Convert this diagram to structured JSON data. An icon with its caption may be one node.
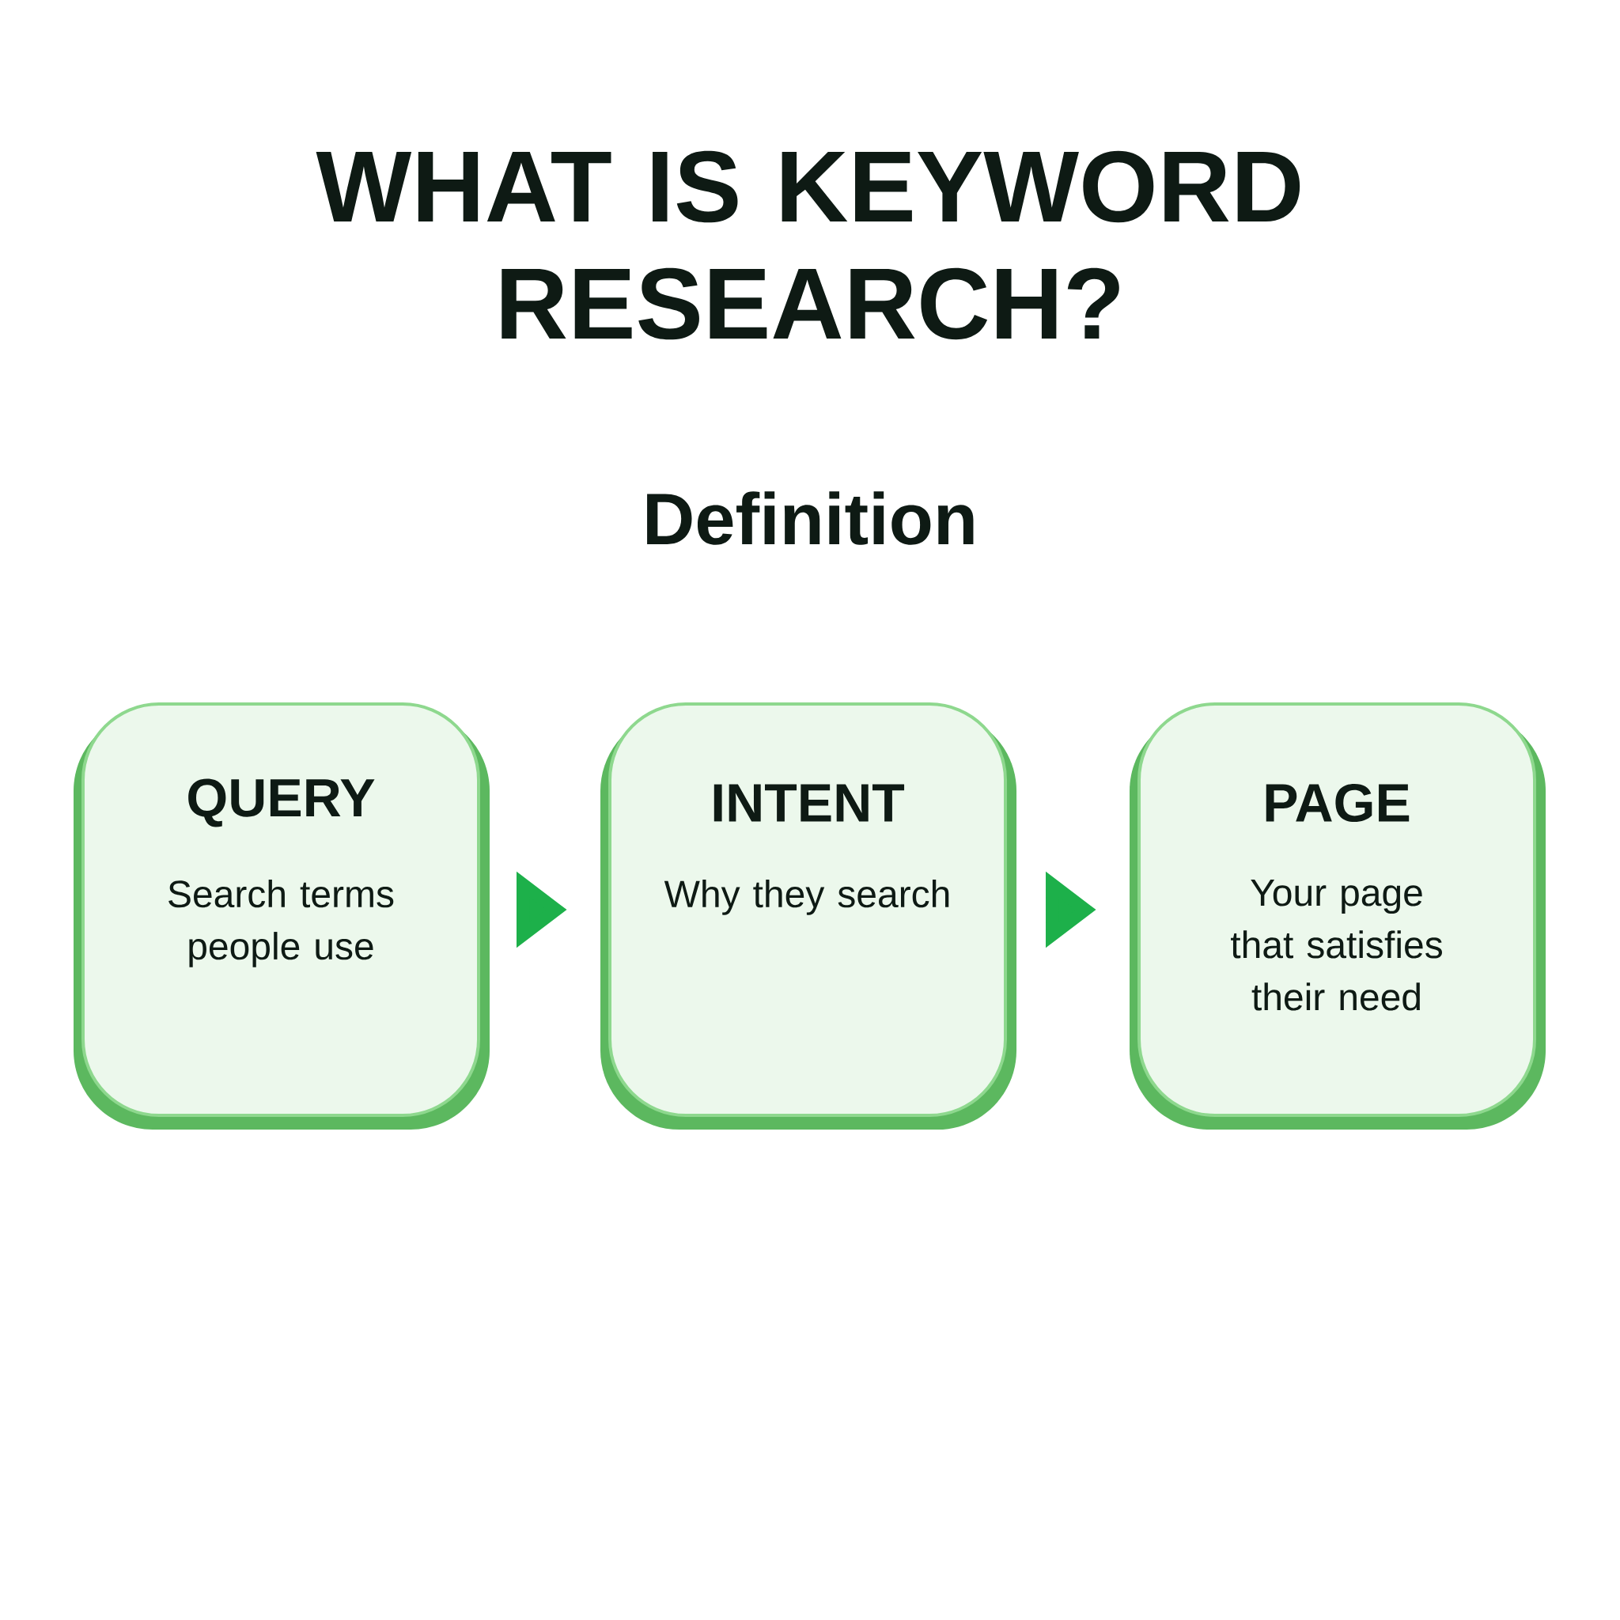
{
  "diagram": {
    "title": "WHAT IS KEYWORD RESEARCH?",
    "nodes": [
      {
        "text": [
          "QUERY",
          "Search terms people use"
        ]
      },
      {
        "text": [
          "INTENT",
          "Why they search"
        ]
      },
      {
        "text": [
          "PAGE",
          "Your page that satisfies their need"
        ]
      }
    ],
    "edges": [
      {
        "from": 0,
        "to": 1,
        "arrow": "to"
      },
      {
        "from": 1,
        "to": 2,
        "arrow": "to"
      }
    ],
    "labels": [
      "Definition"
    ]
  }
}
